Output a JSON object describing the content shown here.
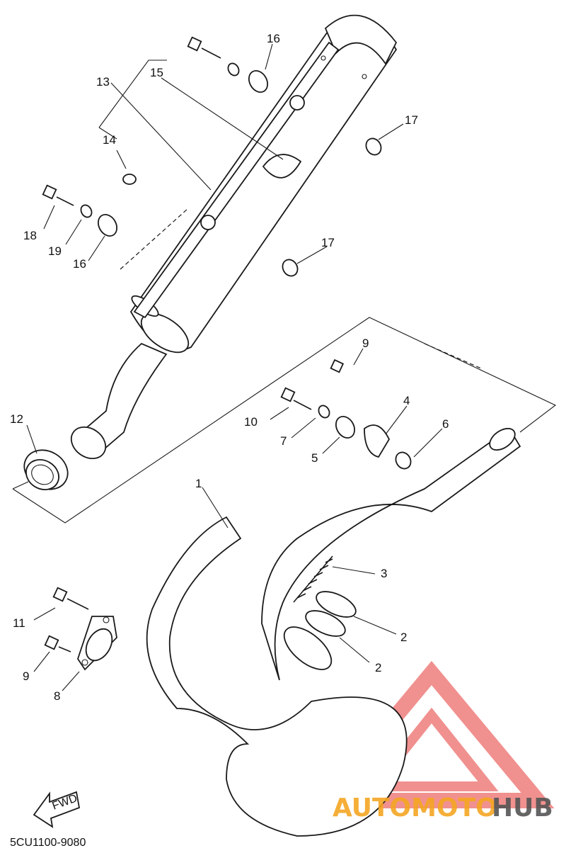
{
  "diagram_code": "5CU1100-9080",
  "fwd_label": "FWD",
  "logo": {
    "part1": "AUTOMOTO",
    "part2": "HUB",
    "color1": "#f5a623",
    "color2": "#555555",
    "mark_color": "#e53935"
  },
  "callouts": [
    {
      "id": "c1",
      "text": "1"
    },
    {
      "id": "c2a",
      "text": "2"
    },
    {
      "id": "c2b",
      "text": "2"
    },
    {
      "id": "c3",
      "text": "3"
    },
    {
      "id": "c4",
      "text": "4"
    },
    {
      "id": "c5",
      "text": "5"
    },
    {
      "id": "c6",
      "text": "6"
    },
    {
      "id": "c7",
      "text": "7"
    },
    {
      "id": "c8",
      "text": "8"
    },
    {
      "id": "c9a",
      "text": "9"
    },
    {
      "id": "c9b",
      "text": "9"
    },
    {
      "id": "c10",
      "text": "10"
    },
    {
      "id": "c11",
      "text": "11"
    },
    {
      "id": "c12",
      "text": "12"
    },
    {
      "id": "c13",
      "text": "13"
    },
    {
      "id": "c14",
      "text": "14"
    },
    {
      "id": "c15",
      "text": "15"
    },
    {
      "id": "c16a",
      "text": "16"
    },
    {
      "id": "c16b",
      "text": "16"
    },
    {
      "id": "c17a",
      "text": "17"
    },
    {
      "id": "c17b",
      "text": "17"
    },
    {
      "id": "c18",
      "text": "18"
    },
    {
      "id": "c19",
      "text": "19"
    }
  ]
}
